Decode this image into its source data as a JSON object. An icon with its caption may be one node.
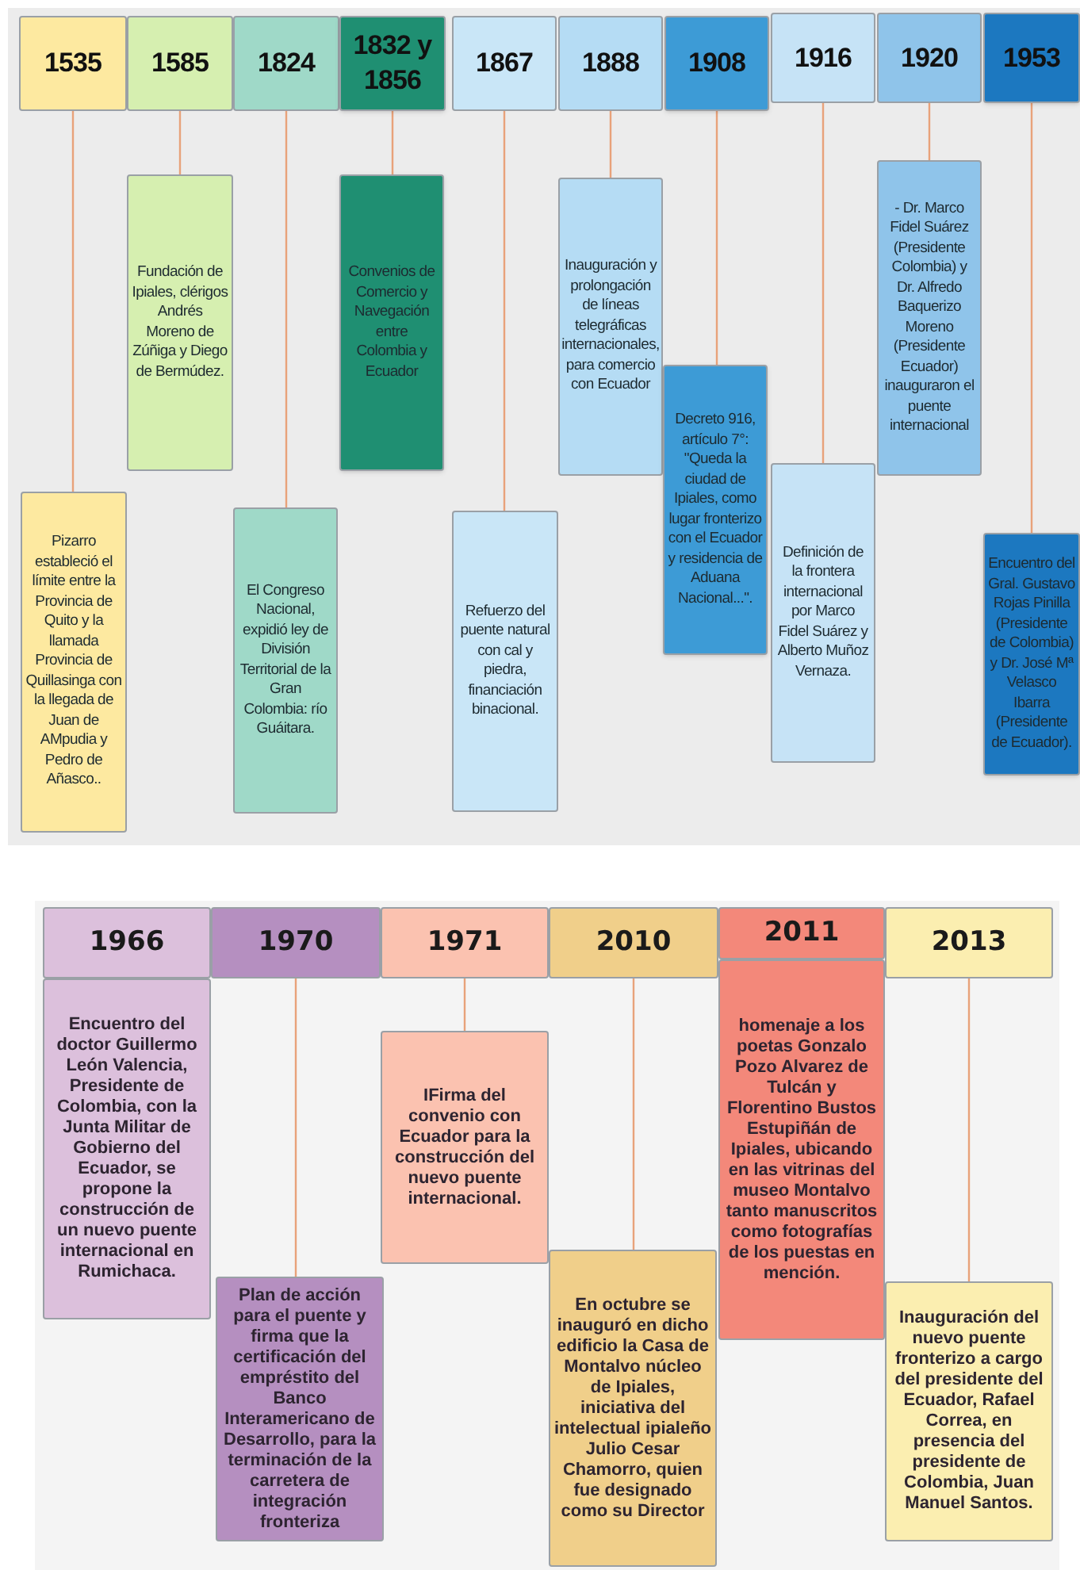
{
  "diagram": {
    "nodes": [
      {
        "text": [
          "1535"
        ]
      },
      {
        "text": [
          "Pizarro estableció el límite entre la Provincia de Quito y la llamada Provincia de Quillasinga con la llegada de Juan de AMpudia y Pedro de Añasco.."
        ]
      },
      {
        "text": [
          "1585"
        ]
      },
      {
        "text": [
          "Fundación de Ipiales, clérigos Andrés Moreno de Zúñiga y Diego de Bermúdez."
        ]
      },
      {
        "text": [
          "1824"
        ]
      },
      {
        "text": [
          "El Congreso Nacional, expidió ley de División Territorial de la Gran Colombia: río Guáitara."
        ]
      },
      {
        "text": [
          "1832 y 1856"
        ]
      },
      {
        "text": [
          "Convenios de Comercio y Navegación entre Colombia y Ecuador"
        ]
      },
      {
        "text": [
          "1867"
        ]
      },
      {
        "text": [
          "Refuerzo del puente natural con cal y piedra, financiación binacional."
        ]
      },
      {
        "text": [
          "1888"
        ]
      },
      {
        "text": [
          "Inauguración y prolongación de líneas telegráficas internacionales, para comercio con Ecuador"
        ]
      },
      {
        "text": [
          "1908"
        ]
      },
      {
        "text": [
          "Decreto 916, artículo 7°: \"Queda la ciudad de Ipiales, como lugar fronterizo con el Ecuador y residencia de Aduana Nacional...\"."
        ]
      },
      {
        "text": [
          "1916"
        ]
      },
      {
        "text": [
          "Definición de la frontera internacional por Marco Fidel Suárez y Alberto Muñoz Vernaza."
        ]
      },
      {
        "text": [
          "1920"
        ]
      },
      {
        "text": [
          "- Dr. Marco Fidel Suárez (Presidente Colombia) y Dr. Alfredo Baquerizo Moreno (Presidente Ecuador) inauguraron el puente internacional"
        ]
      },
      {
        "text": [
          "1953"
        ]
      },
      {
        "text": [
          "Encuentro del Gral. Gustavo Rojas Pinilla (Presidente de Colombia) y Dr. José Mª Velasco Ibarra (Presidente de Ecuador)."
        ]
      },
      {
        "text": [
          "1966"
        ]
      },
      {
        "text": [
          "Encuentro del doctor Guillermo León Valencia, Presidente de Colombia, con la Junta Militar de Gobierno del Ecuador, se propone la construcción de un nuevo puente internacional en Rumichaca."
        ]
      },
      {
        "text": [
          "1970"
        ]
      },
      {
        "text": [
          "Plan de acción para el puente y firma que la certificación del empréstito del Banco Interamericano de Desarrollo, para la terminación de la carretera de integración fronteriza"
        ]
      },
      {
        "text": [
          "1971"
        ]
      },
      {
        "text": [
          "IFirma del convenio con Ecuador para la construcción del nuevo puente internacional."
        ]
      },
      {
        "text": [
          "2010"
        ]
      },
      {
        "text": [
          "En octubre se inauguró en dicho edificio la Casa de Montalvo núcleo de Ipiales, iniciativa del intelectual ipialeño Julio Cesar Chamorro, quien fue designado como su Director"
        ]
      },
      {
        "text": [
          "2011"
        ]
      },
      {
        "text": [
          "homenaje a los poetas Gonzalo Pozo Alvarez de Tulcán y Florentino Bustos Estupiñán de Ipiales, ubicando en las vitrinas del museo Montalvo tanto manuscritos como fotografías de los puestas en mención."
        ]
      },
      {
        "text": [
          "2013"
        ]
      },
      {
        "text": [
          "Inauguración del nuevo puente fronterizo a cargo del presidente del Ecuador, Rafael Correa, en presencia del presidente de Colombia, Juan Manuel Santos."
        ]
      }
    ],
    "edges": [
      {
        "from": 0,
        "to": 1,
        "arrow": "none"
      },
      {
        "from": 2,
        "to": 3,
        "arrow": "none"
      },
      {
        "from": 4,
        "to": 5,
        "arrow": "none"
      },
      {
        "from": 6,
        "to": 7,
        "arrow": "none"
      },
      {
        "from": 8,
        "to": 9,
        "arrow": "none"
      },
      {
        "from": 10,
        "to": 11,
        "arrow": "none"
      },
      {
        "from": 12,
        "to": 13,
        "arrow": "none"
      },
      {
        "from": 14,
        "to": 15,
        "arrow": "none"
      },
      {
        "from": 16,
        "to": 17,
        "arrow": "none"
      },
      {
        "from": 18,
        "to": 19,
        "arrow": "none"
      },
      {
        "from": 22,
        "to": 23,
        "arrow": "none"
      },
      {
        "from": 24,
        "to": 25,
        "arrow": "none"
      },
      {
        "from": 26,
        "to": 27,
        "arrow": "none"
      },
      {
        "from": 30,
        "to": 31,
        "arrow": "none"
      }
    ]
  }
}
